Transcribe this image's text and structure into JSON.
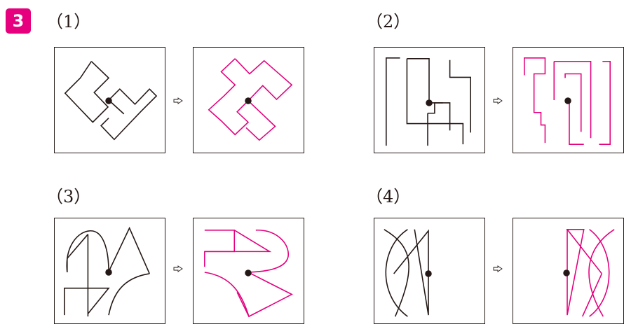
{
  "badge": "3",
  "problems": [
    {
      "label": "（1）"
    },
    {
      "label": "（2）"
    },
    {
      "label": "（3）"
    },
    {
      "label": "（4）"
    }
  ],
  "colors": {
    "original": "#231815",
    "rotated": "#e4007f",
    "badge": "#e6007e"
  },
  "icons": {
    "arrow": "hollow-right-arrow-icon",
    "center": "rotation-center-dot"
  }
}
